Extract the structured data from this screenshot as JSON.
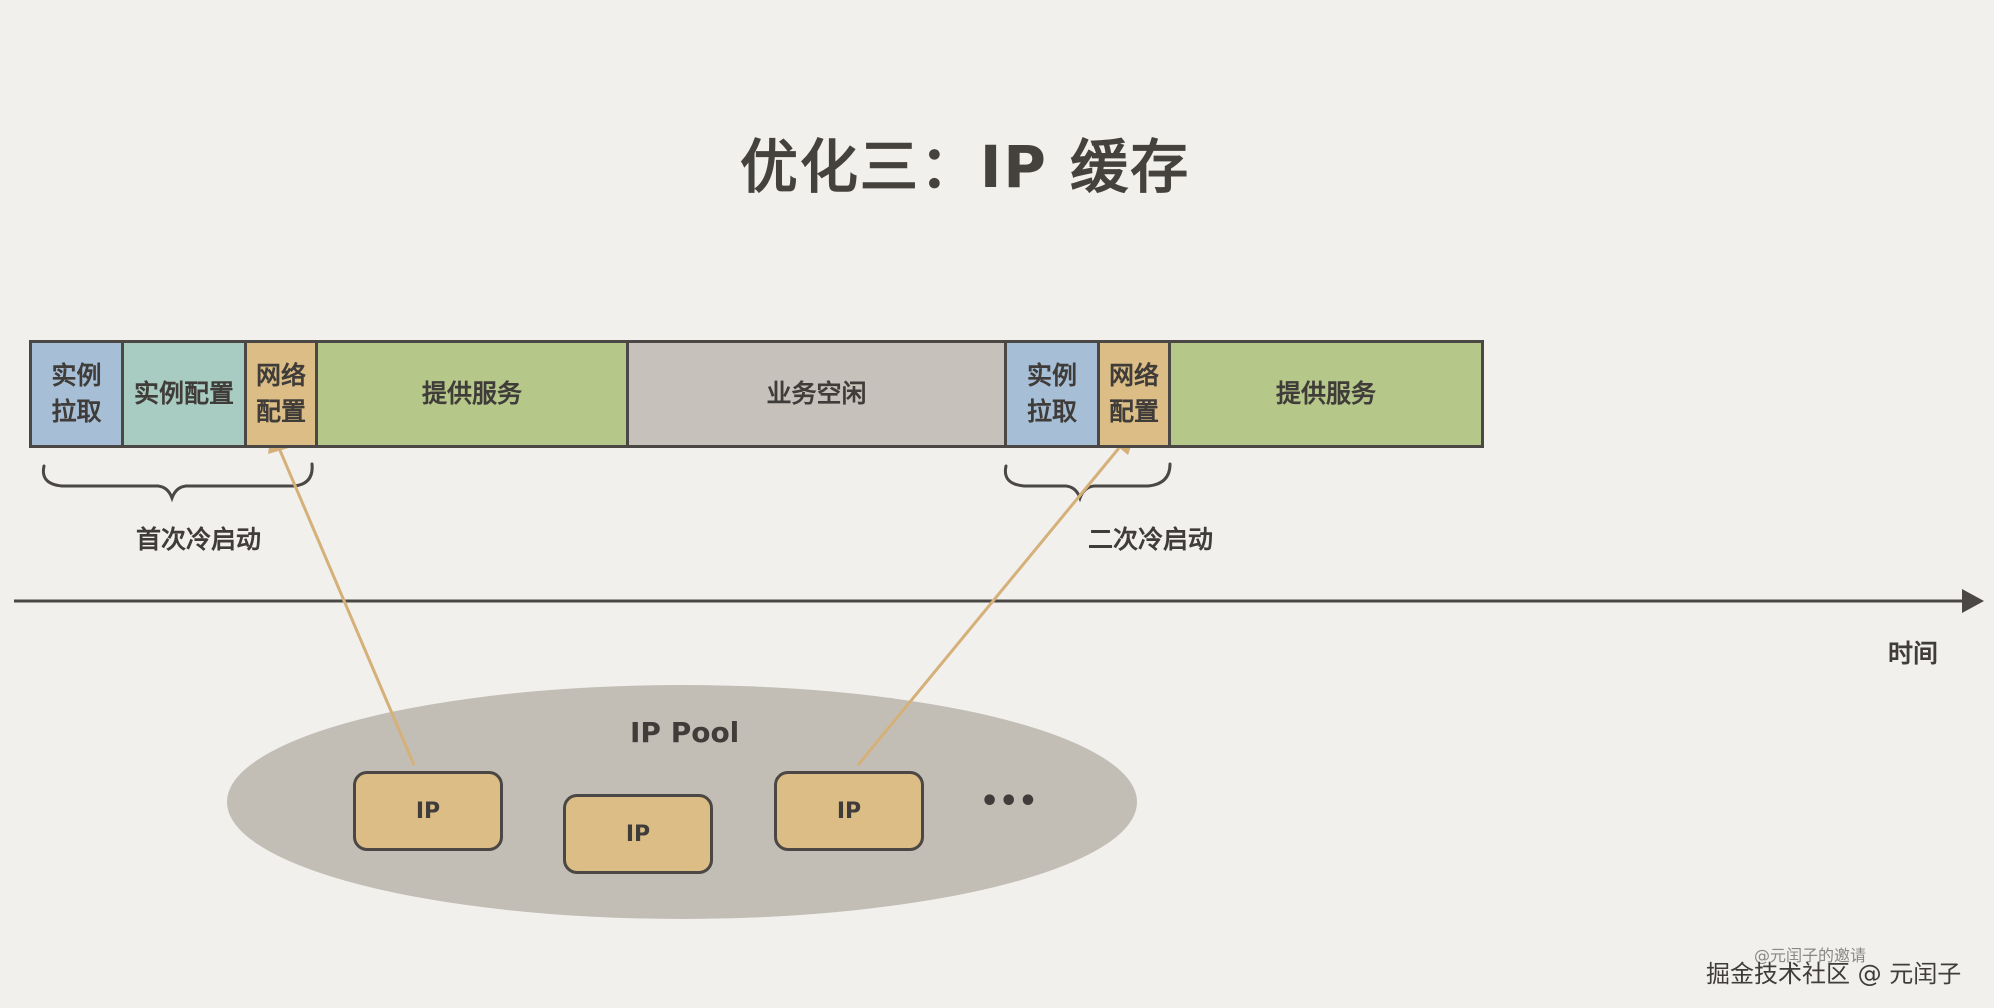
{
  "title": "优化三：IP 缓存",
  "colors": {
    "instance_pull": "#a7bfd6",
    "instance_config": "#a9ccc2",
    "network_config": "#dbbd85",
    "serve": "#b6c78a",
    "idle": "#c6c2bb",
    "pool": "#c3beb5",
    "arrow": "#d5b078",
    "border": "#4a4744"
  },
  "segments": [
    {
      "label": "实例\n拉取",
      "color_key": "instance_pull"
    },
    {
      "label": "实例配置",
      "color_key": "instance_config"
    },
    {
      "label": "网络\n配置",
      "color_key": "network_config"
    },
    {
      "label": "提供服务",
      "color_key": "serve"
    },
    {
      "label": "业务空闲",
      "color_key": "idle"
    },
    {
      "label": "实例\n拉取",
      "color_key": "instance_pull"
    },
    {
      "label": "网络\n配置",
      "color_key": "network_config"
    },
    {
      "label": "提供服务",
      "color_key": "serve"
    }
  ],
  "braces": [
    {
      "label": "首次冷启动"
    },
    {
      "label": "二次冷启动"
    }
  ],
  "axis": {
    "label": "时间"
  },
  "pool": {
    "label": "IP Pool",
    "items": [
      "IP",
      "IP",
      "IP"
    ],
    "more": "•••"
  },
  "watermark": {
    "main": "掘金技术社区 @ 元闰子",
    "faint": "@元闰子的邀请"
  }
}
